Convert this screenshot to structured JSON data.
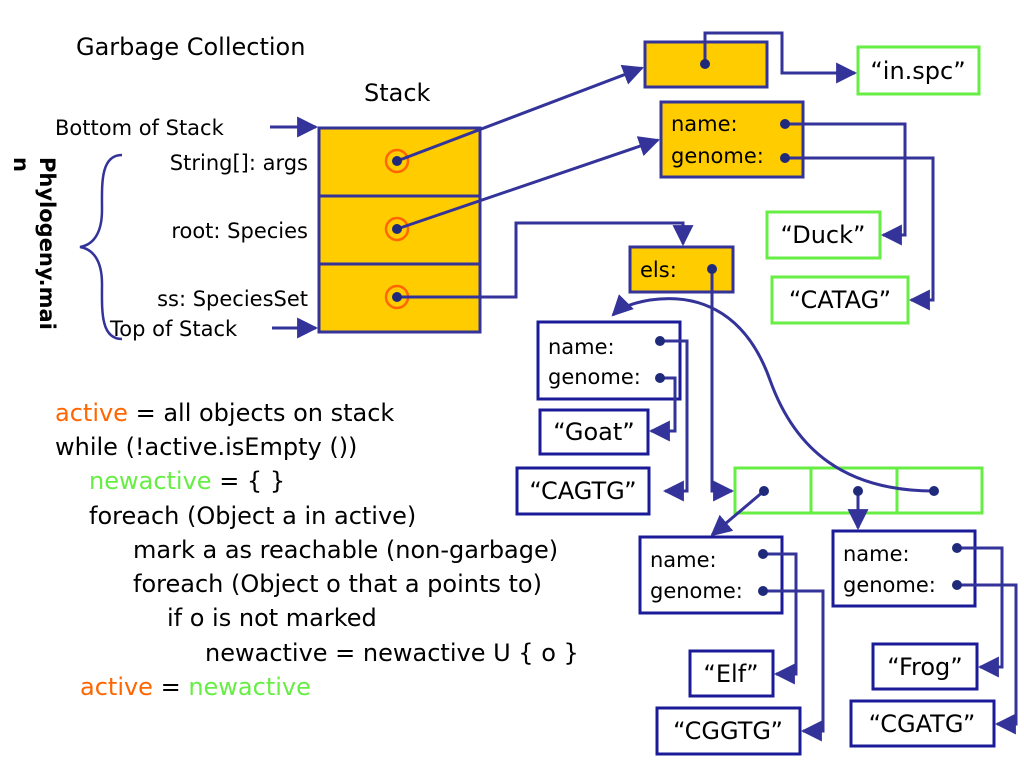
{
  "title": "Garbage Collection",
  "stack": {
    "label": "Stack",
    "bottom_label": "Bottom of Stack",
    "top_label": "Top of Stack",
    "frame_label": "Phylogeny.mai\nn",
    "slots": [
      {
        "label": "String[]: args"
      },
      {
        "label": "root: Species"
      },
      {
        "label": "ss: SpeciesSet"
      }
    ]
  },
  "heap": {
    "args_string": "“in.spc”",
    "root": {
      "name_field": "name:",
      "genome_field": "genome:"
    },
    "duck": "“Duck”",
    "catag": "“CATAG”",
    "set": {
      "field": "els:"
    },
    "goat_obj": {
      "name_field": "name:",
      "genome_field": "genome:"
    },
    "goat": "“Goat”",
    "cagtg": "“CAGTG”",
    "elf_obj": {
      "name_field": "name:",
      "genome_field": "genome:"
    },
    "frog_obj": {
      "name_field": "name:",
      "genome_field": "genome:"
    },
    "elf": "“Elf”",
    "cggtg": "“CGGTG”",
    "frog": "“Frog”",
    "cgatg": "“CGATG”"
  },
  "code": {
    "line1_kw": "active",
    "line1_rest": " = all objects on stack",
    "line2": "while (!active.isEmpty ())",
    "line3_kw": "newactive",
    "line3_rest": " = { }",
    "line4": "foreach (Object a in active)",
    "line5": "mark a as reachable (non-garbage)",
    "line6": "foreach (Object o that a points to)",
    "line7": "if o is not marked",
    "line8": "newactive = newactive U { o }",
    "line9_kw1": "active",
    "line9_eq": " = ",
    "line9_kw2": "newactive"
  },
  "colors": {
    "box_fill": "#FFCC00",
    "border_navy": "#333399",
    "arrow_blue": "#333399",
    "dot": "#1F2A7A",
    "root_ring": "#FF6600",
    "green_border": "#66EE44",
    "navy_border": "#1B1B99",
    "keyword_orange": "#FF6600",
    "keyword_green": "#66EE44"
  }
}
